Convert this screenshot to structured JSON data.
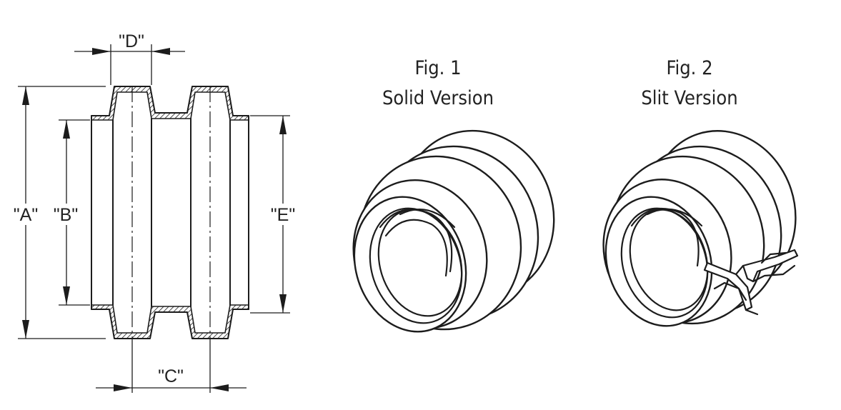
{
  "dimensions": {
    "a": "\"A\"",
    "b": "\"B\"",
    "c": "\"C\"",
    "d": "\"D\"",
    "e": "\"E\""
  },
  "figures": [
    {
      "number": "Fig. 1",
      "name": "Solid Version"
    },
    {
      "number": "Fig. 2",
      "name": "Slit Version"
    }
  ]
}
